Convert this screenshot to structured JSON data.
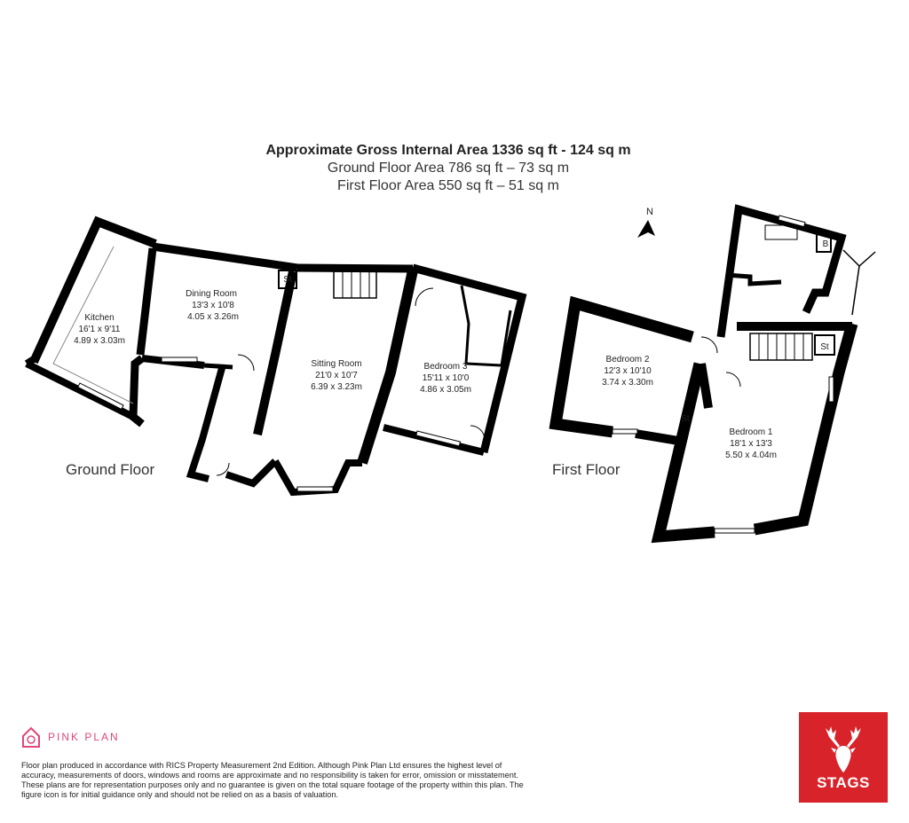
{
  "header": {
    "title": "Approximate Gross Internal Area 1336 sq ft - 124 sq m",
    "ground_area": "Ground Floor Area 786 sq ft – 73 sq m",
    "first_area": "First Floor Area 550 sq ft – 51 sq m"
  },
  "compass": {
    "label": "N"
  },
  "floors": {
    "ground": "Ground Floor",
    "first": "First Floor"
  },
  "rooms": {
    "kitchen": {
      "name": "Kitchen",
      "imperial": "16'1 x 9'11",
      "metric": "4.89 x 3.03m"
    },
    "dining": {
      "name": "Dining Room",
      "imperial": "13'3 x 10'8",
      "metric": "4.05 x 3.26m"
    },
    "sitting": {
      "name": "Sitting Room",
      "imperial": "21'0 x 10'7",
      "metric": "6.39 x 3.23m"
    },
    "bedroom3": {
      "name": "Bedroom 3",
      "imperial": "15'11 x 10'0",
      "metric": "4.86 x 3.05m"
    },
    "bedroom2": {
      "name": "Bedroom 2",
      "imperial": "12'3 x 10'10",
      "metric": "3.74 x 3.30m"
    },
    "bedroom1": {
      "name": "Bedroom 1",
      "imperial": "18'1 x 13'3",
      "metric": "5.50 x 4.04m"
    }
  },
  "markers": {
    "store": "St",
    "boiler": "B"
  },
  "footer": {
    "brand": "PINK PLAN",
    "disclaimer": "Floor plan produced in accordance with RICS Property Measurement 2nd Edition. Although Pink Plan Ltd ensures the highest level of accuracy, measurements of doors, windows and rooms are approximate and no responsibility is taken for error, omission or misstatement. These plans are for representation purposes only and no guarantee is given on the total square footage of the property within this plan. The figure icon is for initial guidance only and should not be relied on as a basis of valuation.",
    "agent": "STAGS"
  },
  "colors": {
    "wall": "#000000",
    "brand_pink": "#e0457b",
    "agent_red": "#d8232a"
  }
}
